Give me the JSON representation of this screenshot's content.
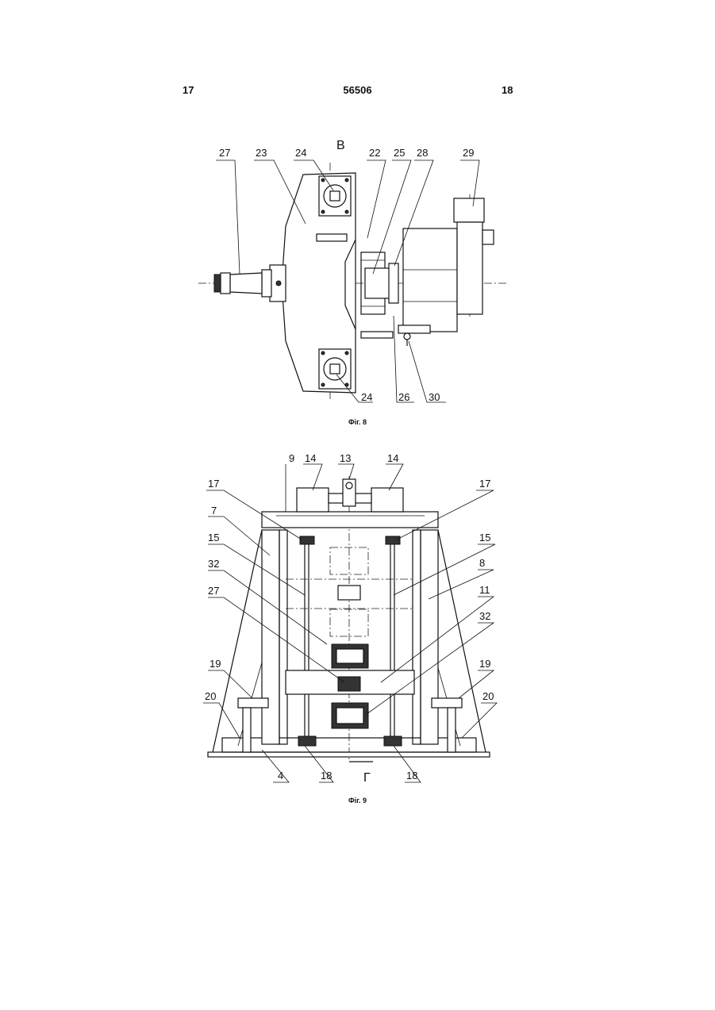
{
  "header": {
    "left_page": "17",
    "doc_number": "56506",
    "right_page": "18"
  },
  "figure8": {
    "caption": "Фіг. 8",
    "view_letter": "В",
    "labels": [
      "27",
      "23",
      "24",
      "22",
      "25",
      "28",
      "29",
      "24",
      "26",
      "30"
    ]
  },
  "figure9": {
    "caption": "Фіг. 9",
    "section_letter": "Г",
    "labels": [
      "9",
      "14",
      "13",
      "14",
      "17",
      "17",
      "7",
      "15",
      "15",
      "8",
      "32",
      "11",
      "27",
      "32",
      "19",
      "19",
      "20",
      "20",
      "4",
      "18",
      "18"
    ]
  }
}
